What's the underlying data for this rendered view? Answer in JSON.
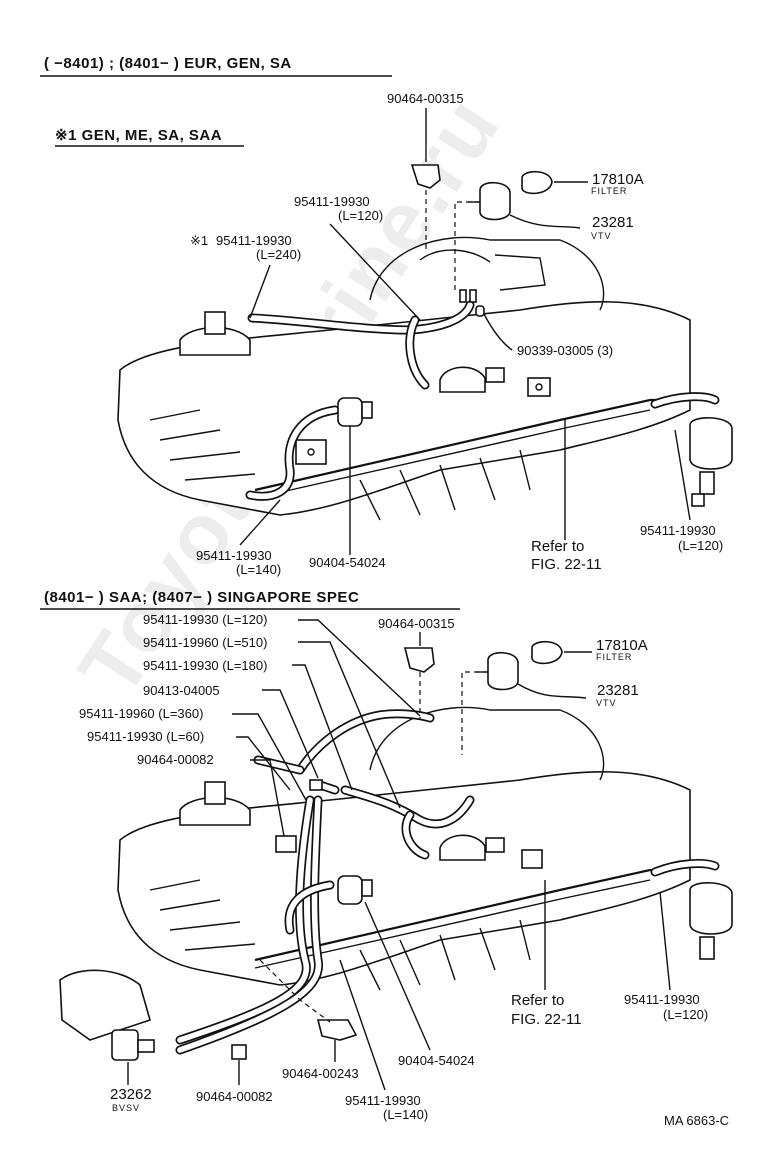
{
  "watermark": "ToyotaMarine.ru",
  "section1": {
    "header": "(      −8401) ; (8401−        ) EUR, GEN, SA",
    "note": "※1 GEN, ME, SA, SAA",
    "labels": {
      "clip_top": "90464-00315",
      "filter_code": "17810A",
      "filter_name": "FILTER",
      "vtv_code": "23281",
      "vtv_name": "VTV",
      "hose_120": "95411-19930",
      "hose_120_len": "(L=120)",
      "hose_240_mark": "※1",
      "hose_240": "95411-19930",
      "hose_240_len": "(L=240)",
      "clip_3": "90339-03005 (3)",
      "hose_140": "95411-19930",
      "hose_140_len": "(L=140)",
      "valve": "90404-54024",
      "refer": "Refer to",
      "refer_fig": "FIG. 22-11",
      "hose_right": "95411-19930",
      "hose_right_len": "(L=120)"
    }
  },
  "section2": {
    "header": "(8401−        ) SAA; (8407−        ) SINGAPORE SPEC",
    "labels": {
      "l1": "95411-19930 (L=120)",
      "l2": "95411-19960 (L=510)",
      "l3": "95411-19930 (L=180)",
      "l4": "90413-04005",
      "l5": "95411-19960 (L=360)",
      "l6": "95411-19930 (L=60)",
      "l7": "90464-00082",
      "clip_top": "90464-00315",
      "filter_code": "17810A",
      "filter_name": "FILTER",
      "vtv_code": "23281",
      "vtv_name": "VTV",
      "bvsv_code": "23262",
      "bvsv_name": "BVSV",
      "clip_bottom": "90464-00082",
      "clip_243": "90464-00243",
      "hose_140": "95411-19930",
      "hose_140_len": "(L=140)",
      "valve": "90404-54024",
      "refer": "Refer to",
      "refer_fig": "FIG. 22-11",
      "hose_right": "95411-19930",
      "hose_right_len": "(L=120)"
    }
  },
  "footer_code": "MA  6863-C"
}
